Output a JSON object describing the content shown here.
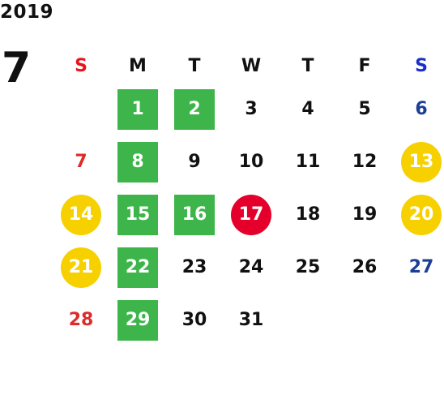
{
  "header": {
    "year": "2019",
    "month": "7"
  },
  "colors": {
    "sunday_text": "#e02a2a",
    "saturday_text": "#1c3f94",
    "green_highlight": "#3db54a",
    "yellow_highlight": "#f7d000",
    "red_highlight": "#e4002b"
  },
  "weekdays": [
    {
      "label": "S",
      "kind": "sun"
    },
    {
      "label": "M",
      "kind": "weekday"
    },
    {
      "label": "T",
      "kind": "weekday"
    },
    {
      "label": "W",
      "kind": "weekday"
    },
    {
      "label": "T",
      "kind": "weekday"
    },
    {
      "label": "F",
      "kind": "weekday"
    },
    {
      "label": "S",
      "kind": "sat"
    }
  ],
  "weeks": [
    [
      {
        "day": "",
        "style": "empty"
      },
      {
        "day": "1",
        "style": "green"
      },
      {
        "day": "2",
        "style": "green"
      },
      {
        "day": "3",
        "style": "plain"
      },
      {
        "day": "4",
        "style": "plain"
      },
      {
        "day": "5",
        "style": "plain"
      },
      {
        "day": "6",
        "style": "sat"
      }
    ],
    [
      {
        "day": "7",
        "style": "sun"
      },
      {
        "day": "8",
        "style": "green"
      },
      {
        "day": "9",
        "style": "plain"
      },
      {
        "day": "10",
        "style": "plain"
      },
      {
        "day": "11",
        "style": "plain"
      },
      {
        "day": "12",
        "style": "plain"
      },
      {
        "day": "13",
        "style": "yellow"
      }
    ],
    [
      {
        "day": "14",
        "style": "yellow"
      },
      {
        "day": "15",
        "style": "green"
      },
      {
        "day": "16",
        "style": "green"
      },
      {
        "day": "17",
        "style": "red"
      },
      {
        "day": "18",
        "style": "plain"
      },
      {
        "day": "19",
        "style": "plain"
      },
      {
        "day": "20",
        "style": "yellow"
      }
    ],
    [
      {
        "day": "21",
        "style": "yellow"
      },
      {
        "day": "22",
        "style": "green"
      },
      {
        "day": "23",
        "style": "plain"
      },
      {
        "day": "24",
        "style": "plain"
      },
      {
        "day": "25",
        "style": "plain"
      },
      {
        "day": "26",
        "style": "plain"
      },
      {
        "day": "27",
        "style": "sat"
      }
    ],
    [
      {
        "day": "28",
        "style": "sun"
      },
      {
        "day": "29",
        "style": "green"
      },
      {
        "day": "30",
        "style": "plain"
      },
      {
        "day": "31",
        "style": "plain"
      },
      {
        "day": "",
        "style": "empty"
      },
      {
        "day": "",
        "style": "empty"
      },
      {
        "day": "",
        "style": "empty"
      }
    ]
  ]
}
